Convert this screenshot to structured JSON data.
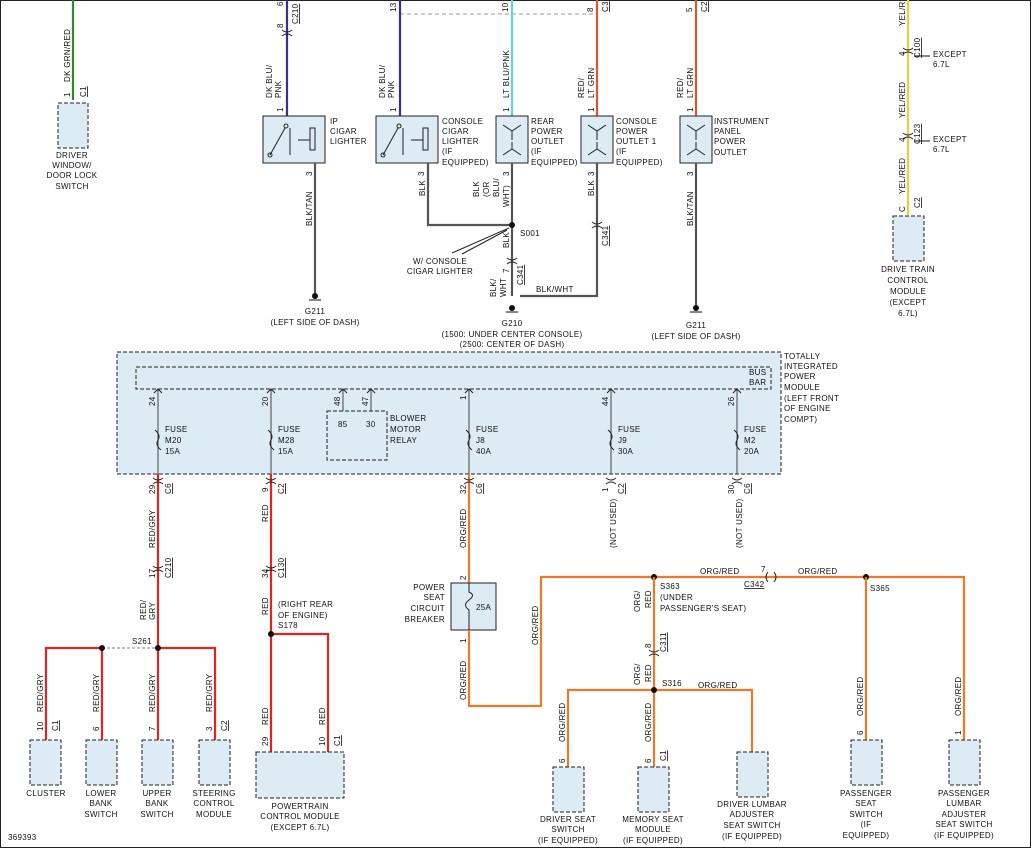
{
  "diagram_id": "369393",
  "top": {
    "driver_wire": "DK GRN/RED",
    "driver_pin": "1",
    "driver_conn": "C1",
    "driver_label": [
      "DRIVER",
      "WINDOW/",
      "DOOR LOCK",
      "SWITCH"
    ],
    "ip_top_pin": "6",
    "ip_top_conn": "C210",
    "ip_top_pin2": "8",
    "ip_wire": [
      "DK BLU/",
      "PNK"
    ],
    "ip_pin1": "1",
    "ip_label": [
      "IP",
      "CIGAR",
      "LIGHTER"
    ],
    "ip_pin3": "3",
    "ip_gnd_wire": "BLK/TAN",
    "ip_gnd": [
      "G211",
      "(LEFT SIDE OF DASH)"
    ],
    "cc_top_pin": "13",
    "cc_wire": [
      "DK BLU/",
      "PNK"
    ],
    "cc_pin1": "1",
    "cc_label": [
      "CONSOLE",
      "CIGAR",
      "LIGHTER",
      "(IF",
      "EQUIPPED)"
    ],
    "cc_pin3": "3",
    "cc_gnd_wire": "BLK",
    "rear_top_pin": "10",
    "rear_wire": "LT BLU/PNK",
    "rear_pin1": "1",
    "rear_label": [
      "REAR",
      "POWER",
      "OUTLET",
      "(IF",
      "EQUIPPED)"
    ],
    "rear_pin3": "3",
    "rear_gnd_wire": [
      "BLK",
      "(OR",
      "BLU/",
      "WHT)"
    ],
    "co1_top_pin": "8",
    "co1_top_conn": "C3",
    "co1_wire": [
      "RED/",
      "LT GRN"
    ],
    "co1_pin1": "1",
    "co1_label": [
      "CONSOLE",
      "POWER",
      "OUTLET 1",
      "(IF",
      "EQUIPPED)"
    ],
    "co1_pin3": "3",
    "co1_gnd_wire": "BLK",
    "co1_gnd_conn": "C341",
    "s001": "S001",
    "w_console": [
      "W/ CONSOLE",
      "CIGAR LIGHTER"
    ],
    "s001_wire": "BLK",
    "c341_pin": "7",
    "c341_conn": "C341",
    "g210_wire": [
      "BLK/",
      "WHT"
    ],
    "g210_wire2": "BLK/WHT",
    "g210": [
      "G210",
      "(1500: UNDER CENTER CONSOLE)",
      "(2500: CENTER OF DASH)"
    ],
    "ipo_top_pin": "5",
    "ipo_top_conn": "C2",
    "ipo_wire": [
      "RED/",
      "LT GRN"
    ],
    "ipo_pin1": "1",
    "ipo_label": [
      "INSTRUMENT",
      "PANEL",
      "POWER",
      "OUTLET"
    ],
    "ipo_pin3": "3",
    "ipo_gnd_wire": "BLK/TAN",
    "ipo_gnd": [
      "G211",
      "(LEFT SIDE OF DASH)"
    ],
    "dt_wire_top": "YEL/R",
    "c100_pin": "4",
    "c100_conn": "C100",
    "c100_except": [
      "EXCEPT",
      "6.7L"
    ],
    "dt_wire_mid": "YEL/RED",
    "c123_pin": "4",
    "c123_conn": "C123",
    "c123_except": [
      "EXCEPT",
      "6.7L"
    ],
    "dt_wire_bot": "YEL/RED",
    "dt_pin": "C",
    "dt_conn": "C2",
    "dt_label": [
      "DRIVE TRAIN",
      "CONTROL",
      "MODULE",
      "(EXCEPT",
      "6.7L)"
    ]
  },
  "tipm": {
    "title": [
      "TOTALLY",
      "INTEGRATED",
      "POWER",
      "MODULE",
      "(LEFT FRONT",
      "OF ENGINE",
      "COMPT)"
    ],
    "bus_bar": [
      "BUS",
      "BAR"
    ],
    "fuses": [
      {
        "pin": "24",
        "label": [
          "FUSE",
          "M20",
          "15A"
        ]
      },
      {
        "pin": "20",
        "label": [
          "FUSE",
          "M28",
          "15A"
        ]
      },
      {
        "pin": "1",
        "label": [
          "FUSE",
          "J8",
          "40A"
        ]
      },
      {
        "pin": "44",
        "label": [
          "FUSE",
          "J9",
          "30A"
        ]
      },
      {
        "pin": "26",
        "label": [
          "FUSE",
          "M2",
          "20A"
        ]
      }
    ],
    "relay": {
      "pins": [
        "48",
        "47"
      ],
      "inner": [
        "85",
        "30"
      ],
      "label": [
        "BLOWER",
        "MOTOR",
        "RELAY"
      ]
    }
  },
  "bottom": {
    "m20_out_pin": "29",
    "m20_out_conn": "C6",
    "m20_wire": "RED/GRY",
    "c210_pin": "17",
    "c210_conn": "C210",
    "c210_wire": [
      "RED/",
      "GRY"
    ],
    "s261": "S261",
    "loads_m20": [
      {
        "wire": "RED/GRY",
        "pin": "10",
        "conn": "C1",
        "label": [
          "CLUSTER"
        ]
      },
      {
        "wire": "RED/GRY",
        "pin": "6",
        "conn": "",
        "label": [
          "LOWER",
          "BANK",
          "SWITCH"
        ]
      },
      {
        "wire": "RED/GRY",
        "pin": "7",
        "conn": "",
        "label": [
          "UPPER",
          "BANK",
          "SWITCH"
        ]
      },
      {
        "wire": "RED/GRY",
        "pin": "3",
        "conn": "C2",
        "label": [
          "STEERING",
          "CONTROL",
          "MODULE"
        ]
      }
    ],
    "m28_out_pin": "9",
    "m28_out_conn": "C2",
    "m28_wire": "RED",
    "c130_pin": "34",
    "c130_conn": "C130",
    "s178_wire": "RED",
    "s178_loc": [
      "(RIGHT REAR",
      "OF ENGINE)"
    ],
    "s178": "S178",
    "pcm_wire1": "RED",
    "pcm_pin1": "29",
    "pcm_wire2": "RED",
    "pcm_pin2": "10",
    "pcm_conn2": "C1",
    "pcm_label": [
      "POWERTRAIN",
      "CONTROL MODULE",
      "(EXCEPT 6.7L)"
    ],
    "j8_out_pin": "32",
    "j8_out_conn": "C6",
    "j8_wire": "ORG/RED",
    "cb_pin2": "2",
    "cb_label": [
      "POWER",
      "SEAT",
      "CIRCUIT",
      "BREAKER"
    ],
    "cb_rating": "25A",
    "cb_pin1": "1",
    "cb_out_wire": "ORG/RED",
    "bus_wire_left": "ORG/RED",
    "j9_out_pin": "1",
    "j9_out_conn": "C2",
    "j9_notused": "(NOT USED)",
    "m2_out_pin": "30",
    "m2_out_conn": "C6",
    "m2_notused": "(NOT USED)",
    "s363": "S363",
    "s363_loc": [
      "(UNDER",
      "PASSENGER'S SEAT)"
    ],
    "c342_pin": "7",
    "c342_conn": "C342",
    "top_wire1": "ORG/RED",
    "top_wire2": "ORG/RED",
    "s365": "S365",
    "s363_down_wire": [
      "ORG/",
      "RED"
    ],
    "c311_pin": "8",
    "c311_conn": "C311",
    "s316_up_wire": [
      "ORG/",
      "RED"
    ],
    "s316": "S316",
    "s316_wire": "ORG/RED",
    "loads_org": [
      {
        "wire": "ORG/RED",
        "pin": "6",
        "conn": "",
        "label": [
          "DRIVER SEAT",
          "SWITCH",
          "(IF EQUIPPED)"
        ]
      },
      {
        "wire": "ORG/RED",
        "pin": "6",
        "conn": "C1",
        "label": [
          "MEMORY SEAT",
          "MODULE",
          "(IF EQUIPPED)"
        ]
      },
      {
        "wire": "",
        "pin": "",
        "conn": "",
        "label": [
          "DRIVER LUMBAR",
          "ADJUSTER",
          "SEAT SWITCH",
          "(IF EQUIPPED)"
        ]
      },
      {
        "wire": "ORG/RED",
        "pin": "6",
        "conn": "",
        "label": [
          "PASSENGER",
          "SEAT",
          "SWITCH",
          "(IF",
          "EQUIPPED)"
        ]
      },
      {
        "wire": "ORG/RED",
        "pin": "1",
        "conn": "",
        "label": [
          "PASSENGER",
          "LUMBAR",
          "ADJUSTER",
          "SEAT SWITCH",
          "(IF EQUIPPED)"
        ]
      }
    ]
  },
  "colors": {
    "red": "#e02424",
    "orange": "#ee7a28",
    "black_wire": "#555555",
    "dk_blue": "#3a2e8f",
    "lt_blue": "#5fd3e8",
    "red_ltgrn": "#d9572a",
    "yellow": "#f5c842",
    "dk_green": "#2e8a2e",
    "fill": "#dcebf4"
  }
}
